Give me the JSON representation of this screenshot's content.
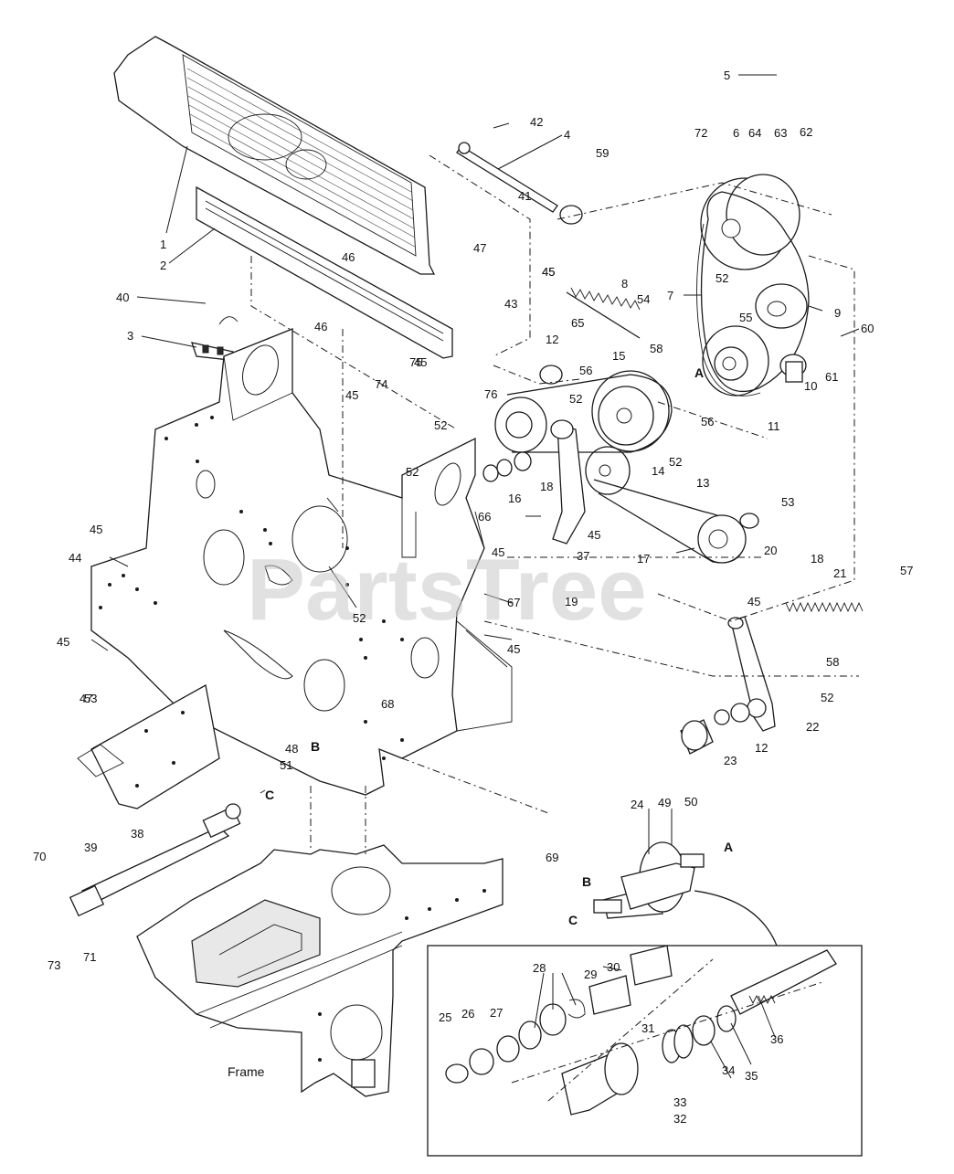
{
  "watermark": "PartsTree",
  "frame_label": "Frame",
  "letter_labels": [
    "A",
    "B",
    "C",
    "A",
    "B",
    "C",
    "A"
  ],
  "callouts": [
    "1",
    "2",
    "3",
    "4",
    "5",
    "6",
    "7",
    "8",
    "9",
    "10",
    "11",
    "12",
    "13",
    "14",
    "15",
    "16",
    "17",
    "18",
    "19",
    "20",
    "21",
    "22",
    "23",
    "24",
    "25",
    "26",
    "27",
    "28",
    "29",
    "30",
    "31",
    "32",
    "33",
    "34",
    "35",
    "36",
    "37",
    "38",
    "39",
    "40",
    "41",
    "42",
    "43",
    "44",
    "45",
    "46",
    "47",
    "48",
    "49",
    "50",
    "51",
    "52",
    "53",
    "54",
    "55",
    "56",
    "57",
    "58",
    "59",
    "60",
    "61",
    "62",
    "63",
    "64",
    "65",
    "66",
    "67",
    "68",
    "69",
    "70",
    "71",
    "72",
    "73",
    "74",
    "75",
    "76",
    "45",
    "45",
    "45",
    "45",
    "45",
    "45",
    "45",
    "45",
    "45",
    "52",
    "52",
    "52",
    "52",
    "52",
    "52",
    "46",
    "47",
    "53",
    "12",
    "18",
    "56",
    "58",
    "73"
  ]
}
